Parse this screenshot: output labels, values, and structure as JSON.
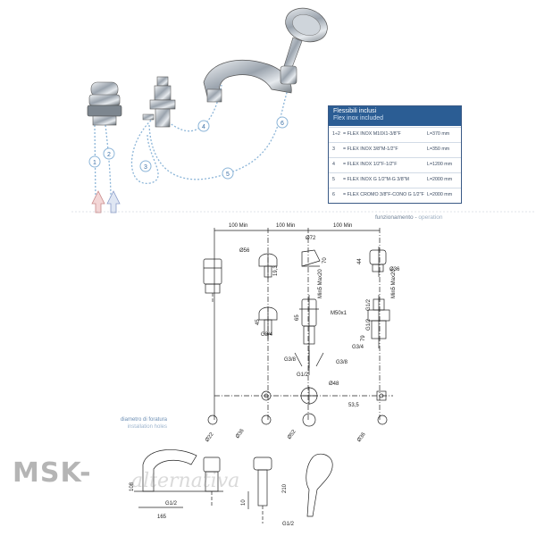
{
  "table": {
    "title": "Flessibili inclusi",
    "subtitle": "Flex inox included",
    "rows": [
      {
        "num": "1÷2",
        "desc": "= FLEX INOX M10X1-3/8\"F",
        "len": "L=370 mm"
      },
      {
        "num": "3",
        "desc": "= FLEX INOX 3/8\"M-1/2\"F",
        "len": "L=350 mm"
      },
      {
        "num": "4",
        "desc": "= FLEX INOX 1/2\"F-1/2\"F",
        "len": "L=1200 mm"
      },
      {
        "num": "5",
        "desc": "= FLEX INOX G 1/2\"M-G 3/8\"M",
        "len": "L=2000 mm"
      },
      {
        "num": "6",
        "desc": "= FLEX CROMO 3/8\"F-CONO G 1/2\"F",
        "len": "L=2000 mm"
      }
    ]
  },
  "callouts": [
    "1",
    "2",
    "3",
    "4",
    "5",
    "6"
  ],
  "operation": {
    "it": "funzionamento",
    "sep": " - ",
    "en": "operation"
  },
  "holes": {
    "it": "diametro di foratura",
    "en": "installation holes"
  },
  "dims": {
    "top1": "100 Min",
    "top2": "100 Min",
    "top3": "100 Min",
    "d56": "Ø56",
    "d72": "Ø72",
    "d36": "Ø36",
    "h193": "19,3",
    "h70": "70",
    "h44": "44",
    "min5max20a": "Min5 Max20",
    "min5max20b": "Min5 Max20",
    "h45": "45",
    "h65": "65",
    "m50": "M50x1",
    "g34a": "G3/4",
    "g34b": "G3/4",
    "g12a": "G1/2",
    "g12b": "G1/2",
    "h79": "79",
    "g38a": "G3/8",
    "g38b": "G3/8",
    "g12c": "G1/2",
    "d48": "Ø48",
    "w535": "53,5",
    "d22": "Ø22",
    "d36b": "Ø36",
    "d52": "Ø52",
    "d36c": "Ø36",
    "h108": "108",
    "g12d": "G1/2",
    "w165": "165",
    "h10": "10",
    "h210": "210",
    "g12e": "G1/2"
  },
  "watermark": {
    "brand": "MSK-",
    "script": "alternativa"
  }
}
